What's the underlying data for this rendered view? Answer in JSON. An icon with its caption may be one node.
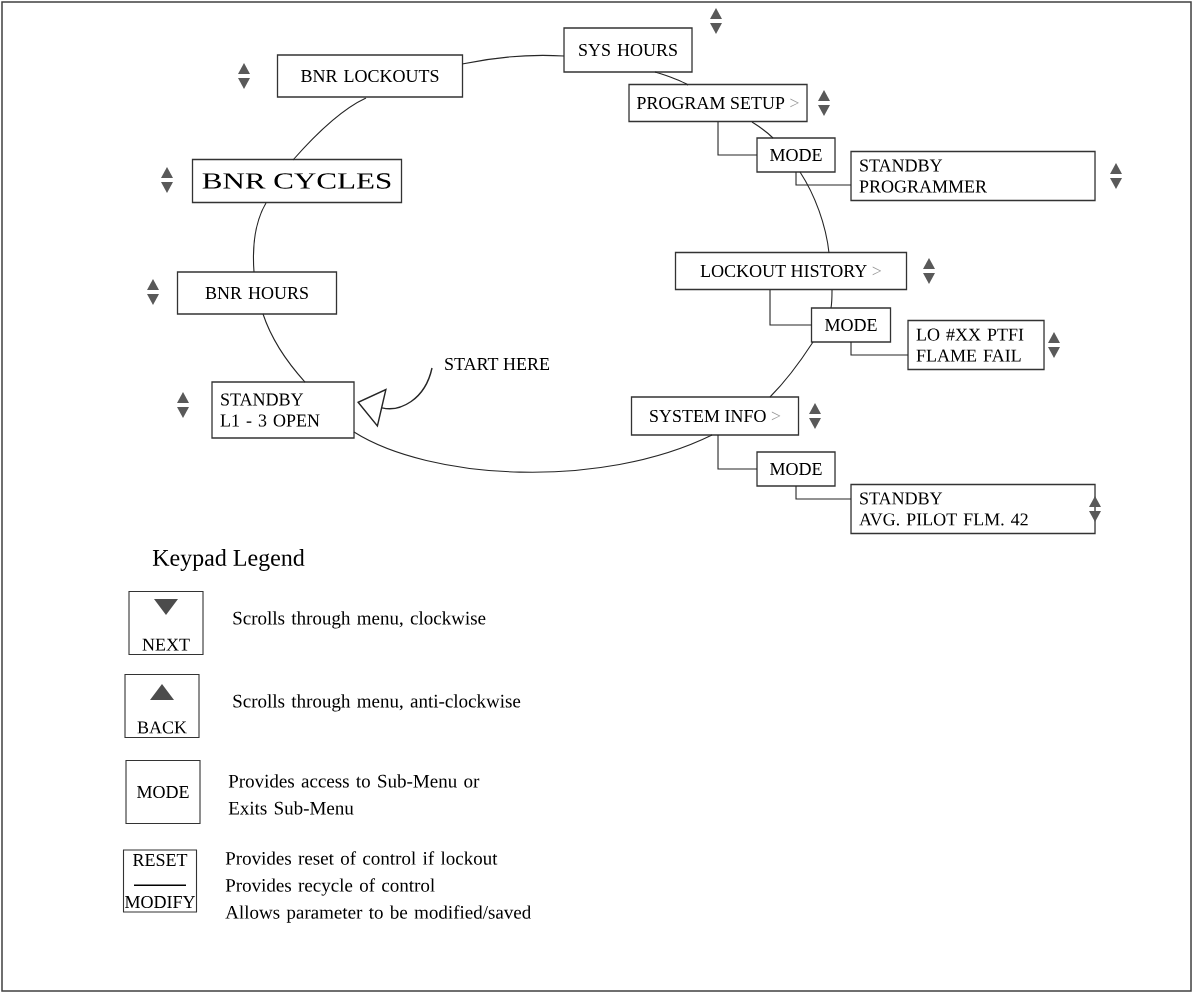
{
  "diagram": {
    "nodes": [
      {
        "text": [
          "SYS HOURS"
        ]
      },
      {
        "text": [
          "BNR LOCKOUTS"
        ]
      },
      {
        "text": [
          "PROGRAM SETUP",
          ">"
        ]
      },
      {
        "text": [
          "MODE"
        ]
      },
      {
        "text": [
          "STANDBY",
          "PROGRAMMER"
        ]
      },
      {
        "text": [
          "BNR CYCLES"
        ]
      },
      {
        "text": [
          "LOCKOUT HISTORY",
          ">"
        ]
      },
      {
        "text": [
          "BNR HOURS"
        ]
      },
      {
        "text": [
          "MODE"
        ]
      },
      {
        "text": [
          "LO #XX PTFI",
          "FLAME FAIL"
        ]
      },
      {
        "text": [
          "STANDBY",
          "L1 - 3 OPEN"
        ]
      },
      {
        "text": [
          "START HERE"
        ]
      },
      {
        "text": [
          "SYSTEM INFO",
          ">"
        ]
      },
      {
        "text": [
          "MODE"
        ]
      },
      {
        "text": [
          "STANDBY",
          "AVG. PILOT FLM. 42"
        ]
      },
      {
        "text": [
          "NEXT"
        ],
        "beside": [
          "Scrolls through menu, clockwise"
        ]
      },
      {
        "text": [
          "BACK"
        ],
        "beside": [
          "Scrolls through menu, anti-clockwise"
        ]
      },
      {
        "text": [
          "MODE"
        ],
        "beside": [
          "Provides access to Sub-Menu or Exits Sub-Menu"
        ]
      },
      {
        "text": [
          "RESET",
          "MODIFY"
        ],
        "beside": [
          "Provides reset of control if lockout",
          "Provides recycle of control",
          "Allows parameter to be modified/saved"
        ]
      }
    ],
    "edges": [
      {
        "from": 1,
        "to": 0,
        "arrow": "none"
      },
      {
        "from": 0,
        "to": 2,
        "arrow": "none"
      },
      {
        "from": 2,
        "to": 3,
        "arrow": "none"
      },
      {
        "from": 2,
        "to": 3,
        "arrow": "none"
      },
      {
        "from": 3,
        "to": 4,
        "arrow": "none"
      },
      {
        "from": 3,
        "to": 6,
        "arrow": "none"
      },
      {
        "from": 6,
        "to": 8,
        "arrow": "none"
      },
      {
        "from": 6,
        "to": 8,
        "arrow": "none"
      },
      {
        "from": 8,
        "to": 9,
        "arrow": "none"
      },
      {
        "from": 8,
        "to": 12,
        "arrow": "none"
      },
      {
        "from": 12,
        "to": 13,
        "arrow": "none"
      },
      {
        "from": 13,
        "to": 14,
        "arrow": "none"
      },
      {
        "from": 12,
        "to": 10,
        "arrow": "none"
      },
      {
        "from": 10,
        "to": 7,
        "arrow": "none"
      },
      {
        "from": 7,
        "to": 5,
        "arrow": "none"
      },
      {
        "from": 5,
        "to": 1,
        "arrow": "none"
      },
      {
        "from": 11,
        "to": 10,
        "arrow": "to"
      }
    ],
    "labels": [
      "Keypad Legend"
    ]
  }
}
